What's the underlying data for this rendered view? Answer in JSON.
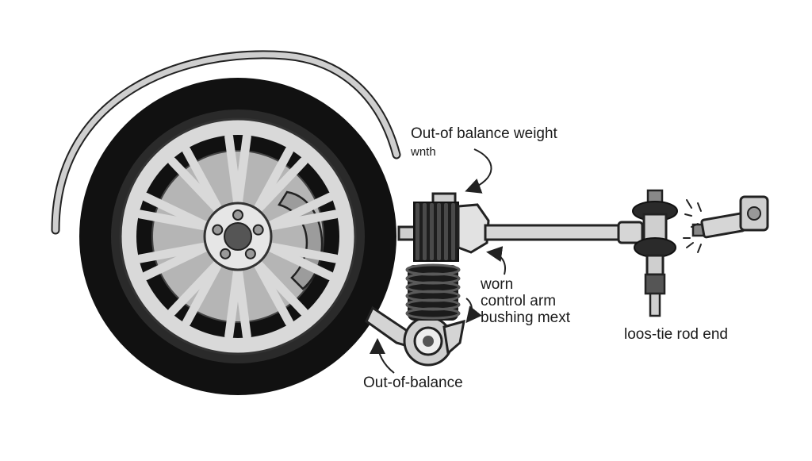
{
  "labels": {
    "weight_title": "Out-of balance weight",
    "weight_sub": "wnth",
    "bushing_line1": "worn",
    "bushing_line2": "control arm",
    "bushing_line3": "bushing mext",
    "tie_rod": "loos-tie rod end",
    "out_of_balance": "Out-of-balance"
  },
  "colors": {
    "tire": "#111111",
    "rim": "#d9d9d9",
    "rim_outline": "#333333",
    "rotor": "#b5b5b5",
    "fender": "#cfcfcf",
    "rubber": "#1e1e1e",
    "metal": "#cfcfcf",
    "text": "#1a1a1a"
  },
  "icons": [
    "arrow-icon",
    "spark-icon"
  ]
}
